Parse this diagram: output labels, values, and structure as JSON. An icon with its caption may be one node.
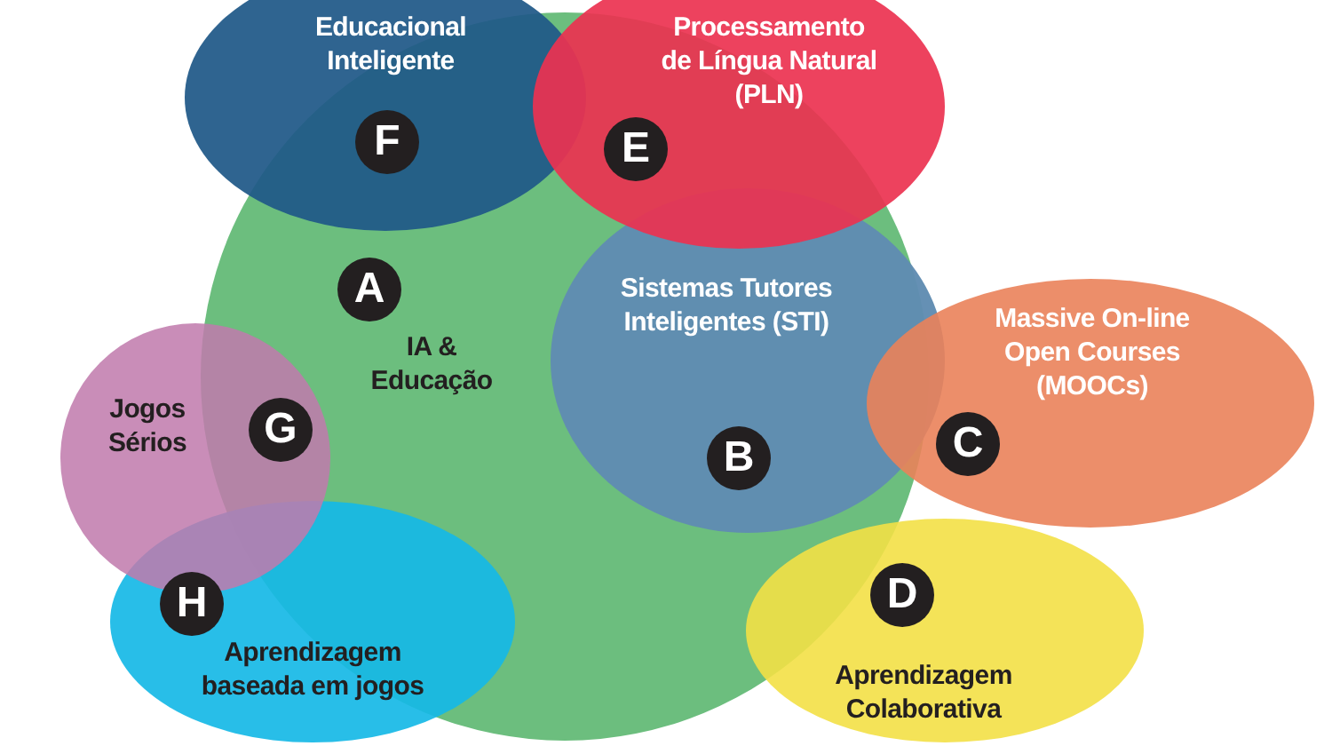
{
  "diagram": {
    "nodes": [
      {
        "text": [
          "Educacional Inteligente",
          "F"
        ]
      },
      {
        "text": [
          "Processamento de Língua Natural (PLN)",
          "E"
        ]
      },
      {
        "text": [
          "A",
          "IA & Educação"
        ]
      },
      {
        "text": [
          "Sistemas Tutores Inteligentes (STI)",
          "B"
        ],
        "in": 2
      },
      {
        "text": [
          "Massive On-line Open Courses (MOOCs)",
          "C"
        ]
      },
      {
        "text": [
          "Jogos Sérios",
          "G"
        ]
      },
      {
        "text": [
          "H",
          "Aprendizagem baseada em jogos"
        ]
      },
      {
        "text": [
          "D",
          "Aprendizagem Colaborativa"
        ]
      }
    ]
  }
}
